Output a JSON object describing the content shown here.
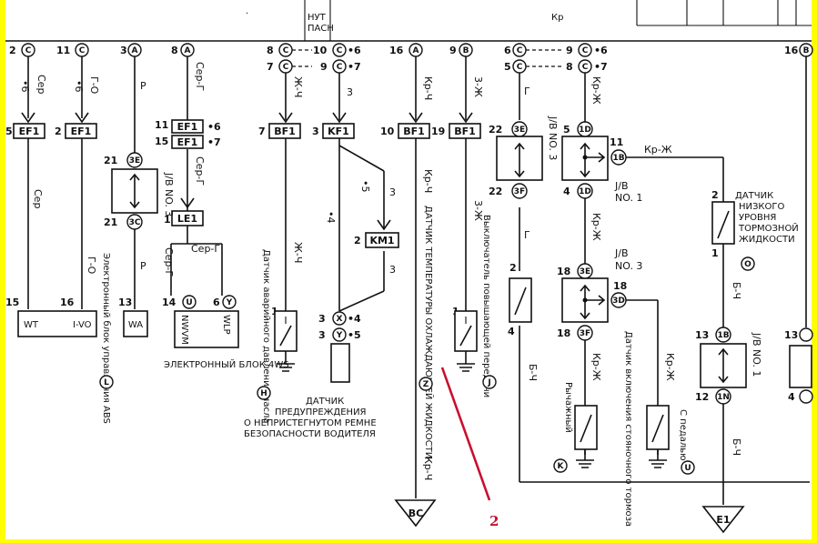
{
  "top": {
    "label_hut": "НУТ",
    "label_pasn": "ПАСН",
    "label_kr": "Кр"
  },
  "connectors": {
    "c2": "C",
    "c11": "C",
    "c3": "A",
    "c8": "A",
    "c8b": "C",
    "c7b": "C",
    "c10": "C",
    "c9": "C",
    "c16": "A",
    "c9b": "B",
    "c6": "C",
    "c5": "C",
    "c8c": "C",
    "c9c": "C",
    "c16r": "B",
    "c3e_top": "3E",
    "c3c": "3C",
    "c3e_mid": "3E",
    "c3f_mid": "3F",
    "c1d_top": "1D",
    "c1b_right": "1B",
    "c1d_bot": "1D",
    "c3e_low": "3E",
    "c3d": "3D",
    "c3f_low": "3F",
    "c1b_low": "1B",
    "c1n": "1N",
    "u": "U",
    "y": "Y",
    "x": "X",
    "y2": "Y"
  },
  "pins": {
    "p2": "2",
    "p11": "11",
    "p3": "3",
    "p8": "8",
    "p8b": "8",
    "p7b": "7",
    "p10": "10",
    "p9": "9",
    "p16": "16",
    "p9b": "9",
    "p6": "6",
    "p5": "5",
    "p8c": "8",
    "p9c": "9",
    "p16r": "16",
    "s6": "•6",
    "s7": "•7",
    "s6b": "•6",
    "s7b": "•7",
    "s6c": "•6",
    "s7c": "•7"
  },
  "wires": {
    "w_ser": "Сер",
    "w_go": "Г-О",
    "w_p": "Р",
    "w_serg": "Сер-Г",
    "w_zhch": "Ж-Ч",
    "w_3": "3",
    "w_krch": "Кр-Ч",
    "w_3zh": "3-Ж",
    "w_g": "Г",
    "w_krzh": "Кр-Ж",
    "w_s6": "•6",
    "w_s6b": "•6",
    "w_ser2": "Сер",
    "w_go2": "Г-О",
    "w_p2": "Р",
    "w_serg2": "Сер-Г",
    "w_serg3": "Сер-Г",
    "w_serg4": "Сер-Г",
    "w_zhch2": "Ж-Ч",
    "w_3b": "3",
    "w_3c": "3",
    "w_s5": "•5",
    "w_s4": "•4",
    "w_krch2": "Кр-Ч",
    "w_3zh2": "3-Ж",
    "w_g2": "Г",
    "w_krzh2": "Кр-Ж",
    "w_krzh3": "Кр-Ж",
    "w_krzh4": "Кр-Ж",
    "w_krzh5": "Кр-Ж",
    "w_b4": "Б-Ч",
    "w_b4b": "Б-Ч",
    "w_b4c": "Б-Ч",
    "w_krch3": "Кр-Ч"
  },
  "fuses": {
    "ef1a": "EF1",
    "ef1a_pin": "5",
    "ef1b": "EF1",
    "ef1b_pin": "2",
    "ef1c": "EF1",
    "ef1c_pin": "11",
    "ef1c_s": "•6",
    "ef1d": "EF1",
    "ef1d_pin": "15",
    "ef1d_s": "•7",
    "bf1a": "BF1",
    "bf1a_pin": "7",
    "kf1": "KF1",
    "kf1_pin": "3",
    "bf1b": "BF1",
    "bf1b_pin": "10",
    "bf1c": "BF1",
    "bf1c_pin": "19",
    "le1": "LE1",
    "le1_pin": "1",
    "km1": "KM1",
    "km1_pin": "2"
  },
  "blocks": {
    "jb3_left": "J/B NO. 3",
    "jb3_left_p21a": "21",
    "jb3_left_p21b": "21",
    "jb3_mid": "J/B NO. 3",
    "jb3_mid_p22a": "22",
    "jb3_mid_p22b": "22",
    "jb1_top": "J/B",
    "jb1_top_no": "NO. 1",
    "jb1_top_p5": "5",
    "jb1_top_p11": "11",
    "jb1_top_p4": "4",
    "jb3_low": "J/B",
    "jb3_low_no": "NO. 3",
    "jb3_low_p18a": "18",
    "jb3_low_p18b": "18",
    "jb3_low_p18c": "18",
    "jb1_low": "J/B NO. 1",
    "jb1_low_p13": "13",
    "jb1_low_p12": "12",
    "right_p13": "13",
    "right_p4": "4"
  },
  "components": {
    "abs_box": "Электронный блок управления ABS",
    "wt": "WT",
    "ivo": "I-VO",
    "wa": "WA",
    "nwvm": "NWVM",
    "wlp": "WLP",
    "p15": "15",
    "p16b": "16",
    "p13b": "13",
    "p14": "14",
    "p6b": "6",
    "ecu4ws": "ЭЛЕКТРОННЫЙ БЛОК 4WS",
    "oil_sensor": "Датчик аварийного давления масла",
    "belt_sensor_1": "ДАТЧИК",
    "belt_sensor_2": "ПРЕДУПРЕЖДЕНИЯ",
    "belt_sensor_3": "О НЕПРИСТЕГНУТОМ РЕМНЕ",
    "belt_sensor_4": "БЕЗОПАСНОСТИ ВОДИТЕЛЯ",
    "temp_sensor": "ДАТЧИК ТЕМПЕРАТУРЫ ОХЛАЖДАЮЩЕЙ ЖИДКОСТИ",
    "overdrive": "Выключатель повышающей передачи",
    "handbrake": "Рычажный",
    "parkbrake": "Датчик включения стояночного тормоза",
    "pedal": "С педалью",
    "brake_fluid_1": "ДАТЧИК",
    "brake_fluid_2": "НИЗКОГО",
    "brake_fluid_3": "УРОВНЯ",
    "brake_fluid_4": "ТОРМОЗНОЙ",
    "brake_fluid_5": "ЖИДКОСТИ",
    "bf_p2": "2",
    "bf_p1": "1",
    "sw_p2": "2",
    "sw_p4": "4",
    "sw_p1": "1",
    "sw_p1b": "1",
    "x3": "3",
    "y3": "3",
    "s4": "•4",
    "s5": "•5",
    "ov_p1": "1",
    "oil_p1": "1"
  },
  "grounds": {
    "bc": "BC",
    "e1": "E1"
  },
  "markers": {
    "mL": "L",
    "mH": "H",
    "mZ": "Z",
    "mJ": "J",
    "mO": "O",
    "mK": "K",
    "mU": "U"
  },
  "annotation": {
    "number": "2"
  }
}
